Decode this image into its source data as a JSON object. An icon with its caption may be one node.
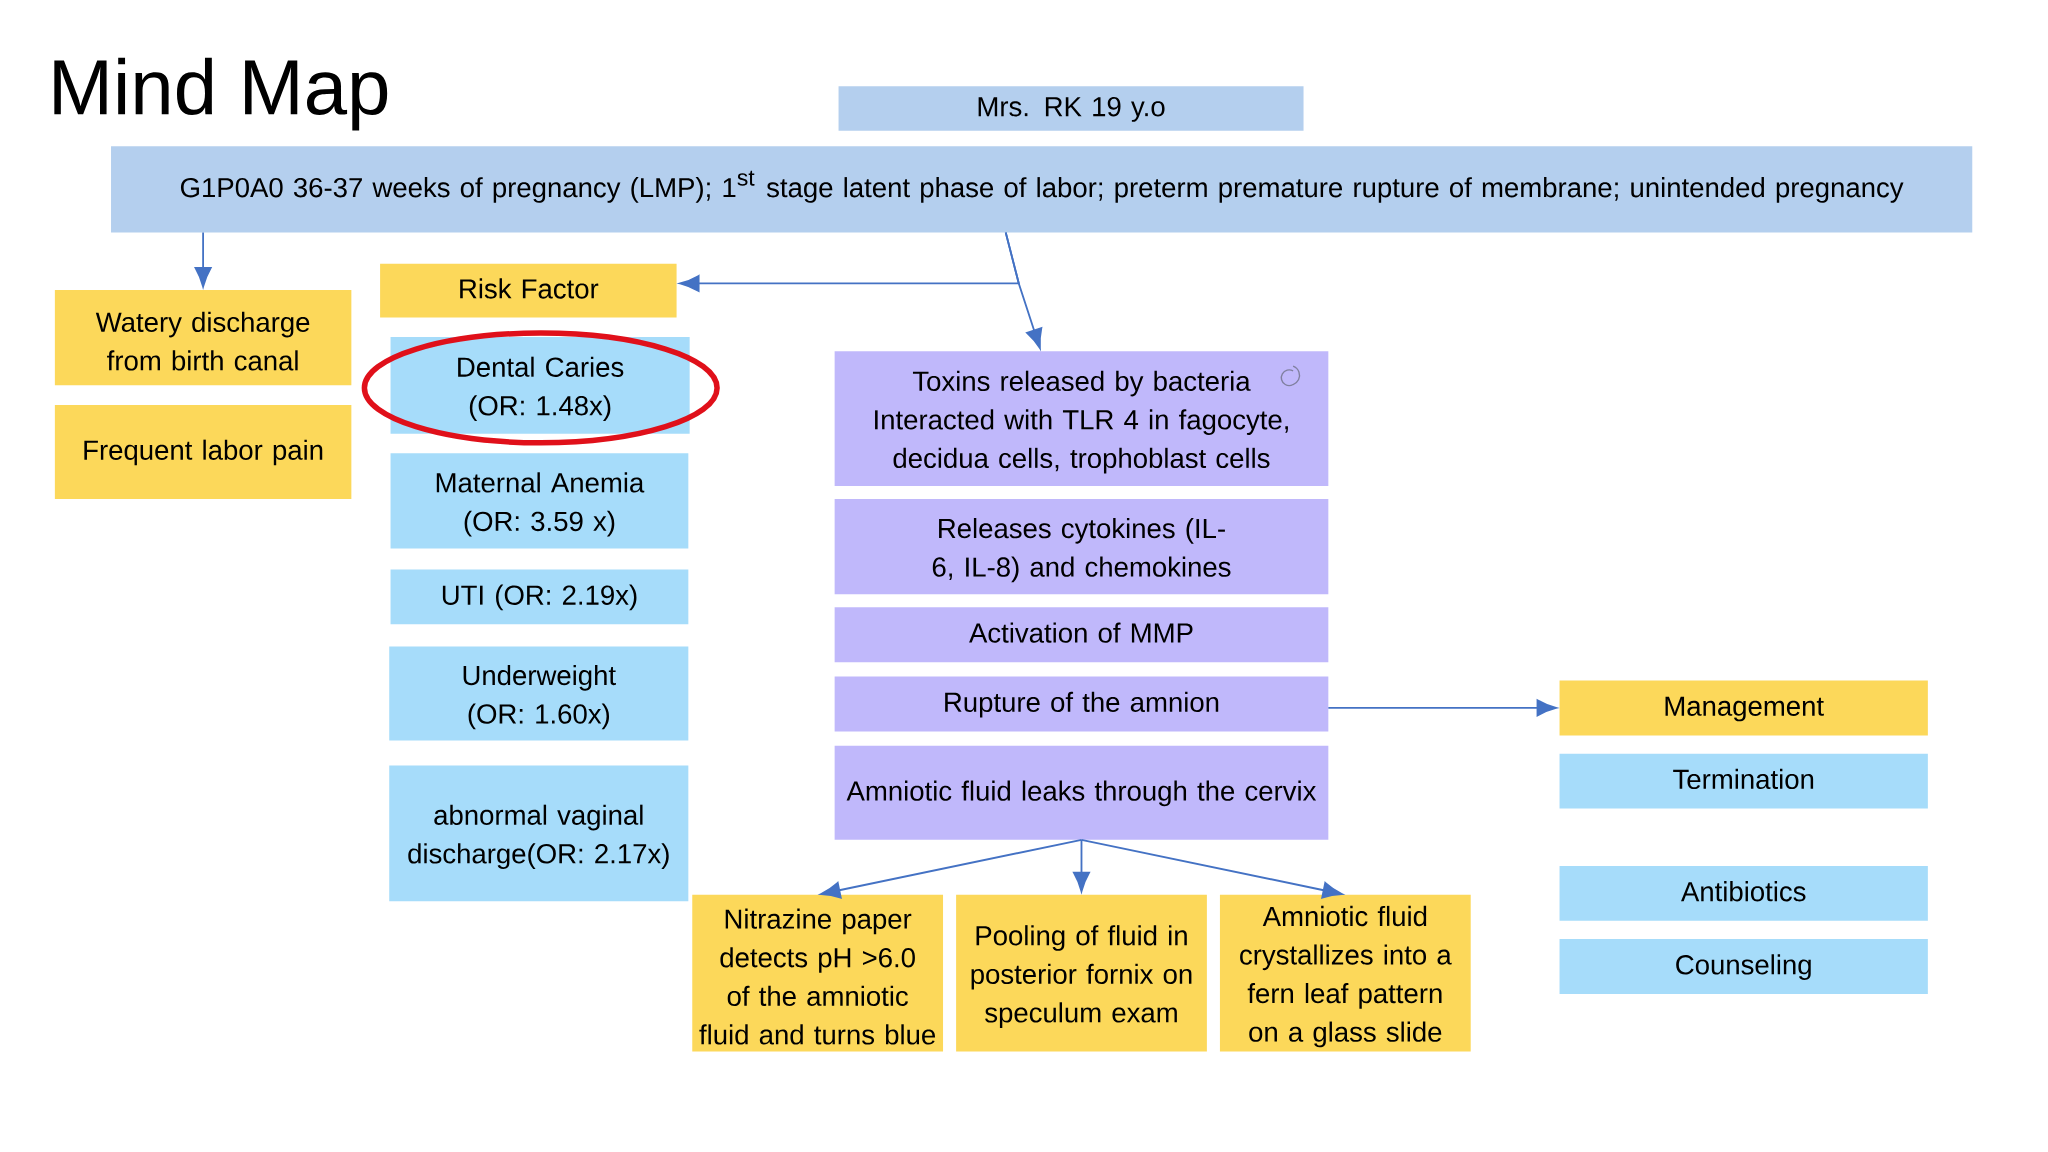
{
  "diagram": {
    "title": "Mind Map",
    "nodes": [
      {
        "text": [
          "Mrs. RK 19 y.o"
        ]
      },
      {
        "text": [
          "G1P0A0 36-37 weeks of pregnancy (LMP); 1$^{st}$ stage latent phase of labor; preterm premature rupture of membrane; unintended pregnancy"
        ]
      },
      {
        "text": [
          "Watery discharge from birth canal"
        ]
      },
      {
        "text": [
          "Frequent labor pain"
        ]
      },
      {
        "text": [
          "Risk Factor"
        ]
      },
      {
        "text": [
          "Dental Caries (OR: 1.48x)"
        ]
      },
      {
        "text": [
          "Maternal Anemia (OR: 3.59 x)"
        ]
      },
      {
        "text": [
          "UTI (OR: 2.19x)"
        ]
      },
      {
        "text": [
          "Underweight (OR: 1.60x)"
        ]
      },
      {
        "text": [
          "abnormal vaginal discharge(OR: 2.17x)"
        ]
      },
      {
        "text": [
          "Toxins released by bacteria Interacted with TLR 4 in fagocyte, decidua cells, trophoblast cells"
        ]
      },
      {
        "text": [
          "Releases cytokines (IL-6, IL-8) and chemokines"
        ]
      },
      {
        "text": [
          "Activation of MMP"
        ]
      },
      {
        "text": [
          "Rupture of the amnion"
        ]
      },
      {
        "text": [
          "Amniotic fluid leaks through the cervix"
        ]
      },
      {
        "text": [
          "Nitrazine paper detects pH >6.0 of the amniotic fluid and turns blue"
        ]
      },
      {
        "text": [
          "Pooling of fluid in posterior fornix on speculum exam"
        ]
      },
      {
        "text": [
          "Amniotic fluid crystallizes into a fern leaf pattern on a glass slide"
        ]
      },
      {
        "text": [
          "Management"
        ]
      },
      {
        "text": [
          "Termination"
        ]
      },
      {
        "text": [
          "Antibiotics"
        ]
      },
      {
        "text": [
          "Counseling"
        ]
      }
    ],
    "edges": [
      {
        "from": 1,
        "to": 2,
        "arrow": "to"
      },
      {
        "from": 1,
        "to": 4,
        "arrow": "to"
      },
      {
        "from": 1,
        "to": 10,
        "arrow": "to"
      },
      {
        "from": 13,
        "to": 18,
        "arrow": "to"
      },
      {
        "from": 14,
        "to": 15,
        "arrow": "to"
      },
      {
        "from": 14,
        "to": 16,
        "arrow": "to"
      },
      {
        "from": 14,
        "to": 17,
        "arrow": "to"
      }
    ]
  }
}
